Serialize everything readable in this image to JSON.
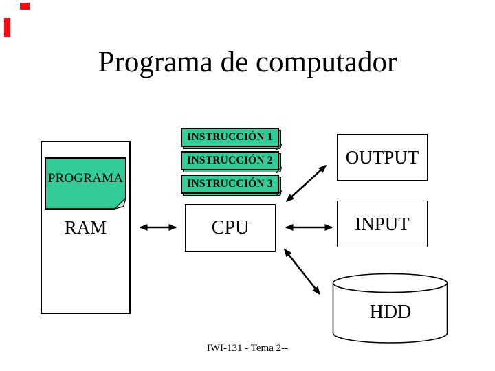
{
  "slide": {
    "title": "Programa de computador",
    "footer": "IWI-131 - Tema 2--"
  },
  "colors": {
    "shape_green": "#33CC99",
    "outline_black": "#000000",
    "artifact_red": "#F60D0D",
    "background": "#FFFFFF"
  },
  "memory": {
    "ram_label": "RAM",
    "program_label": "PROGRAMA"
  },
  "instructions": [
    {
      "label": "INSTRUCCIÓN 1"
    },
    {
      "label": "INSTRUCCIÓN 2"
    },
    {
      "label": "INSTRUCCIÓN 3"
    }
  ],
  "devices": {
    "cpu_label": "CPU",
    "output_label": "OUTPUT",
    "input_label": "INPUT",
    "hdd_label": "HDD"
  },
  "connections": [
    {
      "from": "RAM",
      "to": "CPU",
      "bidirectional": true
    },
    {
      "from": "CPU",
      "to": "OUTPUT",
      "bidirectional": true
    },
    {
      "from": "CPU",
      "to": "INPUT",
      "bidirectional": true
    },
    {
      "from": "CPU",
      "to": "HDD",
      "bidirectional": true
    }
  ]
}
